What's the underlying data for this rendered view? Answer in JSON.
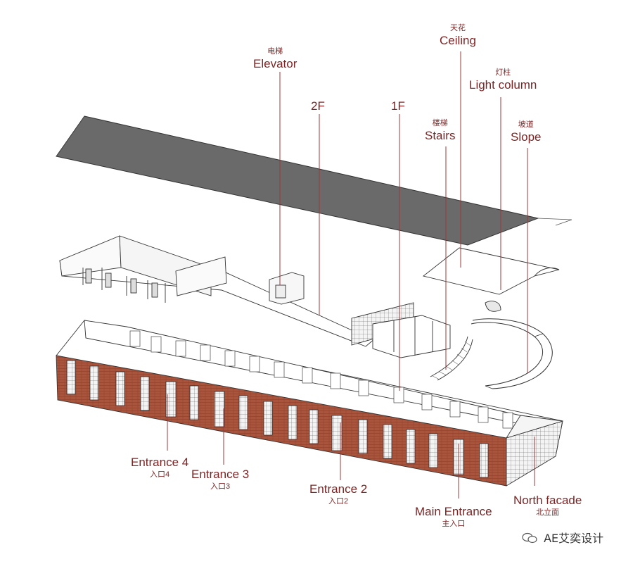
{
  "labels": {
    "elevator": {
      "en": "Elevator",
      "zh": "电梯"
    },
    "floor2": {
      "en": "2F"
    },
    "floor1": {
      "en": "1F"
    },
    "ceiling": {
      "en": "Ceiling",
      "zh": "天花"
    },
    "light_column": {
      "en": "Light column",
      "zh": "灯柱"
    },
    "stairs": {
      "en": "Stairs",
      "zh": "楼梯"
    },
    "slope": {
      "en": "Slope",
      "zh": "坡道"
    },
    "entrance4": {
      "en": "Entrance 4",
      "zh": "入口4"
    },
    "entrance3": {
      "en": "Entrance 3",
      "zh": "入口3"
    },
    "entrance2": {
      "en": "Entrance 2",
      "zh": "入口2"
    },
    "main_entrance": {
      "en": "Main Entrance",
      "zh": "主入口"
    },
    "north_facade": {
      "en": "North facade",
      "zh": "北立面"
    }
  },
  "watermark": "AE艾奕设计",
  "colors": {
    "leader": "#9b3a3a",
    "label": "#7d2525",
    "roof": "#6b6b6b",
    "brick": "#a8563f",
    "line": "#333333"
  }
}
